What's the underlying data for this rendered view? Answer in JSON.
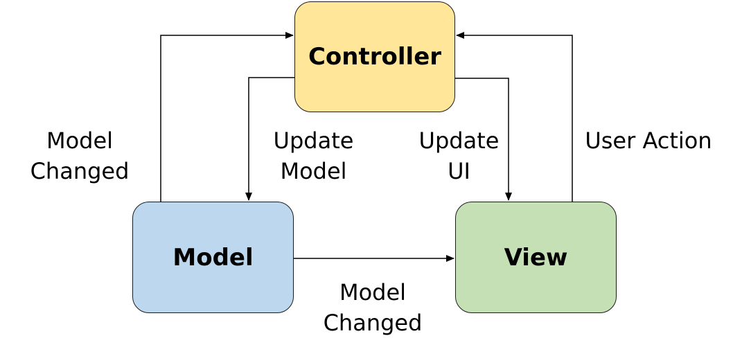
{
  "nodes": {
    "controller": {
      "label": "Controller",
      "color": "#FFE699"
    },
    "model": {
      "label": "Model",
      "color": "#BDD7EE"
    },
    "view": {
      "label": "View",
      "color": "#C5E0B4"
    }
  },
  "edges": {
    "model_to_controller": {
      "line1": "Model",
      "line2": "Changed"
    },
    "controller_to_model": {
      "line1": "Update",
      "line2": "Model"
    },
    "controller_to_view": {
      "line1": "Update",
      "line2": "UI"
    },
    "view_to_controller": {
      "line1": "User Action"
    },
    "model_to_view": {
      "line1": "Model",
      "line2": "Changed"
    }
  },
  "colors": {
    "edge": "#000000"
  }
}
